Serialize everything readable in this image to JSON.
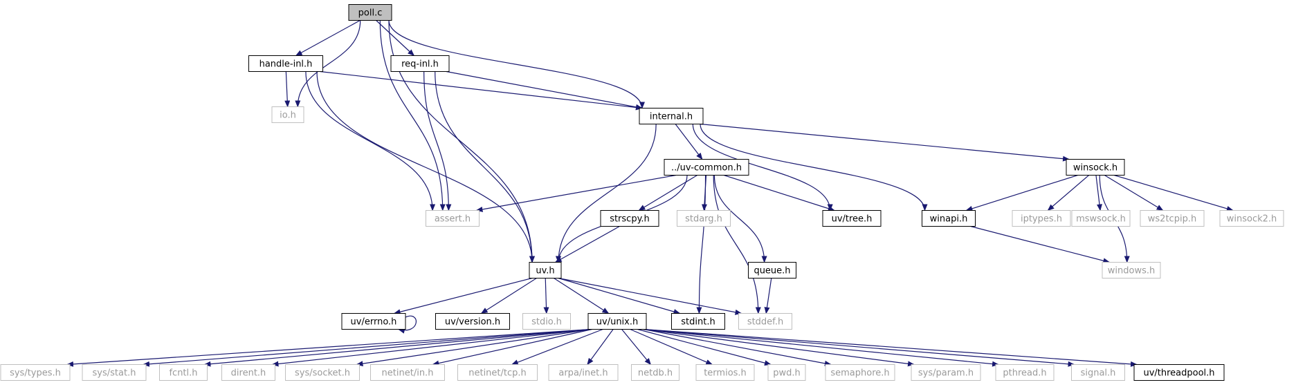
{
  "graph": {
    "nodes": [
      {
        "id": "poll_c",
        "label": "poll.c",
        "kind": "root"
      },
      {
        "id": "handle_inl_h",
        "label": "handle-inl.h",
        "kind": "local"
      },
      {
        "id": "req_inl_h",
        "label": "req-inl.h",
        "kind": "local"
      },
      {
        "id": "io_h",
        "label": "io.h",
        "kind": "external"
      },
      {
        "id": "internal_h",
        "label": "internal.h",
        "kind": "local"
      },
      {
        "id": "uv_common_h",
        "label": "../uv-common.h",
        "kind": "local"
      },
      {
        "id": "winsock_h",
        "label": "winsock.h",
        "kind": "local"
      },
      {
        "id": "assert_h",
        "label": "assert.h",
        "kind": "external"
      },
      {
        "id": "strscpy_h",
        "label": "strscpy.h",
        "kind": "local"
      },
      {
        "id": "stdarg_h",
        "label": "stdarg.h",
        "kind": "external"
      },
      {
        "id": "uv_tree_h",
        "label": "uv/tree.h",
        "kind": "local"
      },
      {
        "id": "winapi_h",
        "label": "winapi.h",
        "kind": "local"
      },
      {
        "id": "iptypes_h",
        "label": "iptypes.h",
        "kind": "external"
      },
      {
        "id": "mswsock_h",
        "label": "mswsock.h",
        "kind": "external"
      },
      {
        "id": "ws2tcpip_h",
        "label": "ws2tcpip.h",
        "kind": "external"
      },
      {
        "id": "winsock2_h",
        "label": "winsock2.h",
        "kind": "external"
      },
      {
        "id": "uv_h",
        "label": "uv.h",
        "kind": "local"
      },
      {
        "id": "queue_h",
        "label": "queue.h",
        "kind": "local"
      },
      {
        "id": "windows_h",
        "label": "windows.h",
        "kind": "external"
      },
      {
        "id": "uv_errno_h",
        "label": "uv/errno.h",
        "kind": "local"
      },
      {
        "id": "uv_version_h",
        "label": "uv/version.h",
        "kind": "local"
      },
      {
        "id": "stdio_h",
        "label": "stdio.h",
        "kind": "external"
      },
      {
        "id": "uv_unix_h",
        "label": "uv/unix.h",
        "kind": "local"
      },
      {
        "id": "stdint_h",
        "label": "stdint.h",
        "kind": "local"
      },
      {
        "id": "stddef_h",
        "label": "stddef.h",
        "kind": "external"
      },
      {
        "id": "sys_types_h",
        "label": "sys/types.h",
        "kind": "external"
      },
      {
        "id": "sys_stat_h",
        "label": "sys/stat.h",
        "kind": "external"
      },
      {
        "id": "fcntl_h",
        "label": "fcntl.h",
        "kind": "external"
      },
      {
        "id": "dirent_h",
        "label": "dirent.h",
        "kind": "external"
      },
      {
        "id": "sys_socket_h",
        "label": "sys/socket.h",
        "kind": "external"
      },
      {
        "id": "netinet_in_h",
        "label": "netinet/in.h",
        "kind": "external"
      },
      {
        "id": "netinet_tcp_h",
        "label": "netinet/tcp.h",
        "kind": "external"
      },
      {
        "id": "arpa_inet_h",
        "label": "arpa/inet.h",
        "kind": "external"
      },
      {
        "id": "netdb_h",
        "label": "netdb.h",
        "kind": "external"
      },
      {
        "id": "termios_h",
        "label": "termios.h",
        "kind": "external"
      },
      {
        "id": "pwd_h",
        "label": "pwd.h",
        "kind": "external"
      },
      {
        "id": "semaphore_h",
        "label": "semaphore.h",
        "kind": "external"
      },
      {
        "id": "sys_param_h",
        "label": "sys/param.h",
        "kind": "external"
      },
      {
        "id": "pthread_h",
        "label": "pthread.h",
        "kind": "external"
      },
      {
        "id": "signal_h",
        "label": "signal.h",
        "kind": "external"
      },
      {
        "id": "uv_threadpool_h",
        "label": "uv/threadpool.h",
        "kind": "local"
      }
    ],
    "edges": [
      [
        "poll_c",
        "handle_inl_h"
      ],
      [
        "poll_c",
        "req_inl_h"
      ],
      [
        "poll_c",
        "io_h"
      ],
      [
        "poll_c",
        "assert_h"
      ],
      [
        "poll_c",
        "uv_h"
      ],
      [
        "poll_c",
        "internal_h"
      ],
      [
        "handle_inl_h",
        "io_h"
      ],
      [
        "handle_inl_h",
        "assert_h"
      ],
      [
        "handle_inl_h",
        "uv_h"
      ],
      [
        "handle_inl_h",
        "internal_h"
      ],
      [
        "req_inl_h",
        "assert_h"
      ],
      [
        "req_inl_h",
        "uv_h"
      ],
      [
        "req_inl_h",
        "internal_h"
      ],
      [
        "internal_h",
        "uv_common_h"
      ],
      [
        "internal_h",
        "uv_h"
      ],
      [
        "internal_h",
        "uv_tree_h"
      ],
      [
        "internal_h",
        "winapi_h"
      ],
      [
        "internal_h",
        "winsock_h"
      ],
      [
        "uv_common_h",
        "assert_h"
      ],
      [
        "uv_common_h",
        "uv_h"
      ],
      [
        "uv_common_h",
        "strscpy_h"
      ],
      [
        "uv_common_h",
        "stdarg_h"
      ],
      [
        "uv_common_h",
        "uv_tree_h"
      ],
      [
        "uv_common_h",
        "queue_h"
      ],
      [
        "uv_common_h",
        "stdint_h"
      ],
      [
        "uv_common_h",
        "stddef_h"
      ],
      [
        "strscpy_h",
        "uv_h"
      ],
      [
        "winsock_h",
        "winapi_h"
      ],
      [
        "winsock_h",
        "iptypes_h"
      ],
      [
        "winsock_h",
        "mswsock_h"
      ],
      [
        "winsock_h",
        "ws2tcpip_h"
      ],
      [
        "winsock_h",
        "winsock2_h"
      ],
      [
        "winsock_h",
        "windows_h"
      ],
      [
        "winapi_h",
        "windows_h"
      ],
      [
        "queue_h",
        "stddef_h"
      ],
      [
        "uv_h",
        "uv_errno_h"
      ],
      [
        "uv_h",
        "uv_version_h"
      ],
      [
        "uv_h",
        "stdio_h"
      ],
      [
        "uv_h",
        "uv_unix_h"
      ],
      [
        "uv_h",
        "stdint_h"
      ],
      [
        "uv_h",
        "stddef_h"
      ],
      [
        "uv_errno_h",
        "uv_errno_h"
      ],
      [
        "uv_unix_h",
        "sys_types_h"
      ],
      [
        "uv_unix_h",
        "sys_stat_h"
      ],
      [
        "uv_unix_h",
        "fcntl_h"
      ],
      [
        "uv_unix_h",
        "dirent_h"
      ],
      [
        "uv_unix_h",
        "sys_socket_h"
      ],
      [
        "uv_unix_h",
        "netinet_in_h"
      ],
      [
        "uv_unix_h",
        "netinet_tcp_h"
      ],
      [
        "uv_unix_h",
        "arpa_inet_h"
      ],
      [
        "uv_unix_h",
        "netdb_h"
      ],
      [
        "uv_unix_h",
        "termios_h"
      ],
      [
        "uv_unix_h",
        "pwd_h"
      ],
      [
        "uv_unix_h",
        "semaphore_h"
      ],
      [
        "uv_unix_h",
        "sys_param_h"
      ],
      [
        "uv_unix_h",
        "pthread_h"
      ],
      [
        "uv_unix_h",
        "signal_h"
      ],
      [
        "uv_unix_h",
        "uv_threadpool_h"
      ]
    ]
  }
}
